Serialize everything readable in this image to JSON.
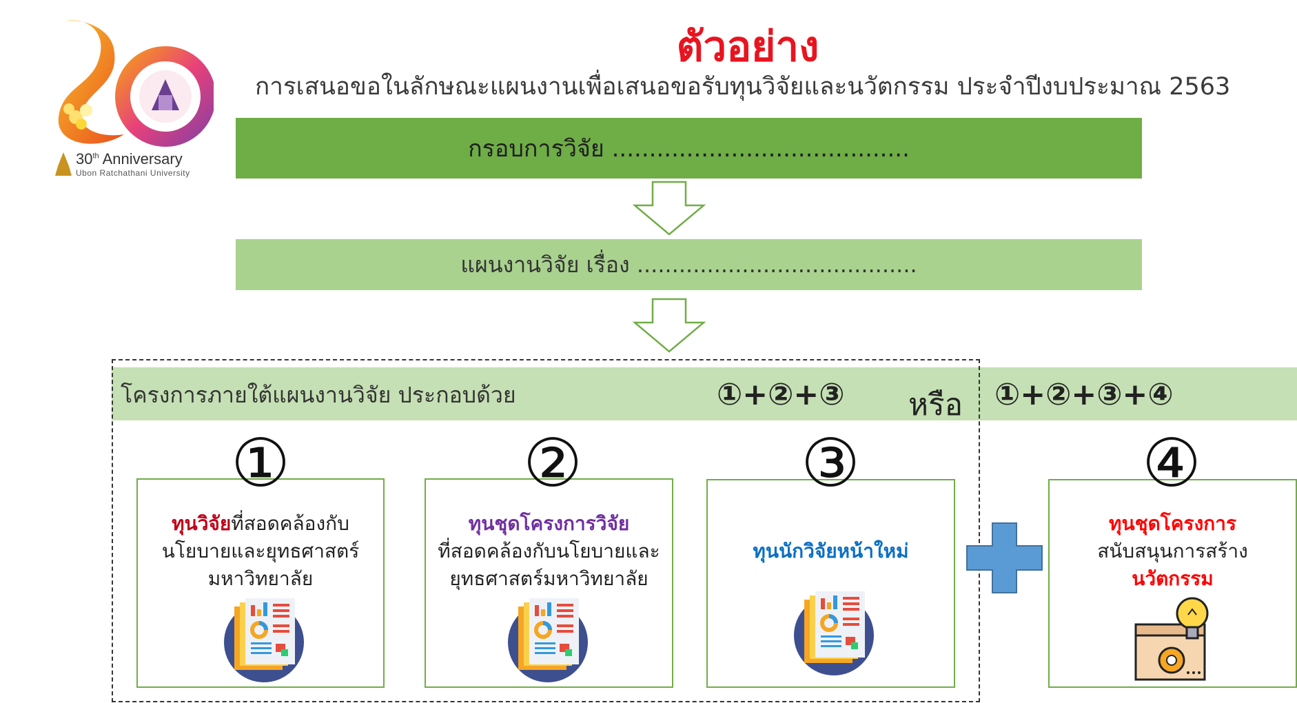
{
  "header": {
    "title": "ตัวอย่าง",
    "subtitle": "การเสนอขอในลักษณะแผนงานเพื่อเสนอขอรับทุนวิจัยและนวัตกรรม ประจำปีงบประมาณ 2563"
  },
  "logo": {
    "anniversary": "30",
    "anniversary_suffix": "th",
    "anniversary_word": "Anniversary",
    "university": "Ubon Ratchathani University"
  },
  "bars": {
    "framework": "กรอบการวิจัย ........................................",
    "plan": "แผนงานวิจัย เรื่อง ........................................"
  },
  "section": {
    "label": "โครงการภายใต้แผนงานวิจัย ประกอบด้วย",
    "combo_a": "①+②+③",
    "or_word": "หรือ",
    "combo_b": "①+②+③+④"
  },
  "cards": [
    {
      "number": "①",
      "highlight": "ทุนวิจัย",
      "text_a": "ที่สอดคล้องกับ",
      "text_b": "นโยบายและยุทธศาสตร์",
      "text_c": "มหาวิทยาลัย",
      "icon": "report-document-icon"
    },
    {
      "number": "②",
      "highlight": "ทุนชุดโครงการวิจัย",
      "text_a": "ที่สอดคล้องกับนโยบายและ",
      "text_b": "ยุทธศาสตร์มหาวิทยาลัย",
      "icon": "report-document-icon"
    },
    {
      "number": "③",
      "highlight": "ทุนนักวิจัยหน้าใหม่",
      "icon": "report-document-icon"
    },
    {
      "number": "④",
      "highlight": "ทุนชุดโครงการ",
      "text_a": "สนับสนุนการสร้าง",
      "highlight_b": "นวัตกรรม",
      "icon": "innovation-lightbulb-icon"
    }
  ],
  "colors": {
    "title_red": "#e8141f",
    "bar_dark_green": "#6fad47",
    "bar_light_green": "#a9d28f",
    "band_green": "#c5e0b4",
    "card_border": "#70ad47",
    "plus_blue": "#5b9bd5"
  }
}
